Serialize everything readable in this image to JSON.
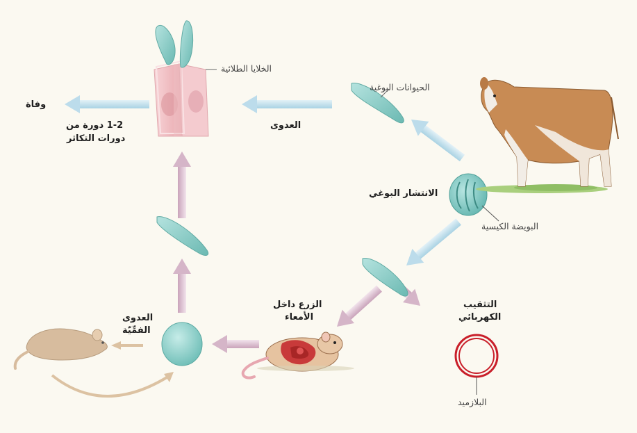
{
  "labels": {
    "epithelial_cells": "الخلايا الطلائية",
    "sporozoites": "الحيوانات البوغية",
    "infection_top": "العدوى",
    "death": "وفاة",
    "cycles_line1": "1-2 دورة من",
    "cycles_line2": "دورات التكاثر",
    "sporulation": "الانتشار البوغي",
    "oocyst": "البويضة الكيسية",
    "oral_infection_line1": "العدوى",
    "oral_infection_line2": "الفمِّيّة",
    "intestinal_line1": "الزرع داخل",
    "intestinal_line2": "الأمعاء",
    "electroporation_line1": "التثقيب",
    "electroporation_line2": "الكهربائي",
    "plasmid": "البلازميد"
  },
  "colors": {
    "background": "#fbf9f1",
    "parasite": "#8fcfcc",
    "blue_arrow": "#c9e3ef",
    "pink_arrow": "#d9bfd0",
    "cell": "#f2c2c6",
    "plasmid": "#c91f2a"
  }
}
